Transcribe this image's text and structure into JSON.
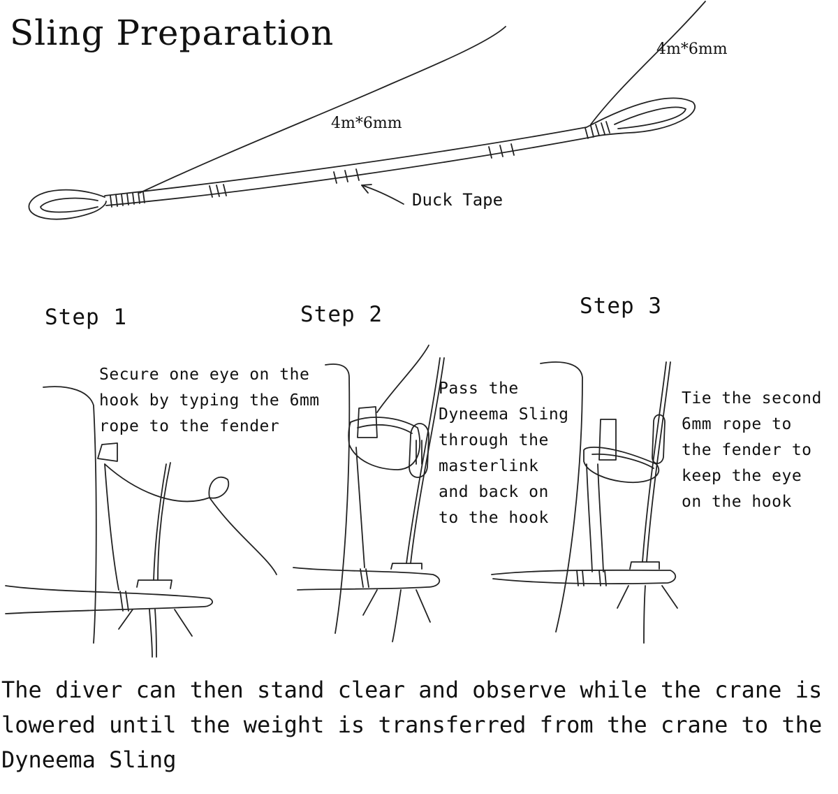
{
  "title": "Sling Preparation",
  "labels": {
    "rope_left": "4m*6mm",
    "rope_right": "4m*6mm",
    "duck_tape": "Duck Tape"
  },
  "steps": [
    {
      "heading": "Step 1",
      "note": "Secure one eye on the\nhook by typing the 6mm\nrope to the fender"
    },
    {
      "heading": "Step 2",
      "note": "Pass the\nDyneema Sling\nthrough the\nmasterlink\nand back on\nto the hook"
    },
    {
      "heading": "Step 3",
      "note": "Tie the second\n6mm rope to\nthe fender to\nkeep the eye\non the hook"
    }
  ],
  "footer": "The diver can then stand clear and observe while the crane is\nlowered until the weight is transferred from the crane to the\nDyneema Sling"
}
